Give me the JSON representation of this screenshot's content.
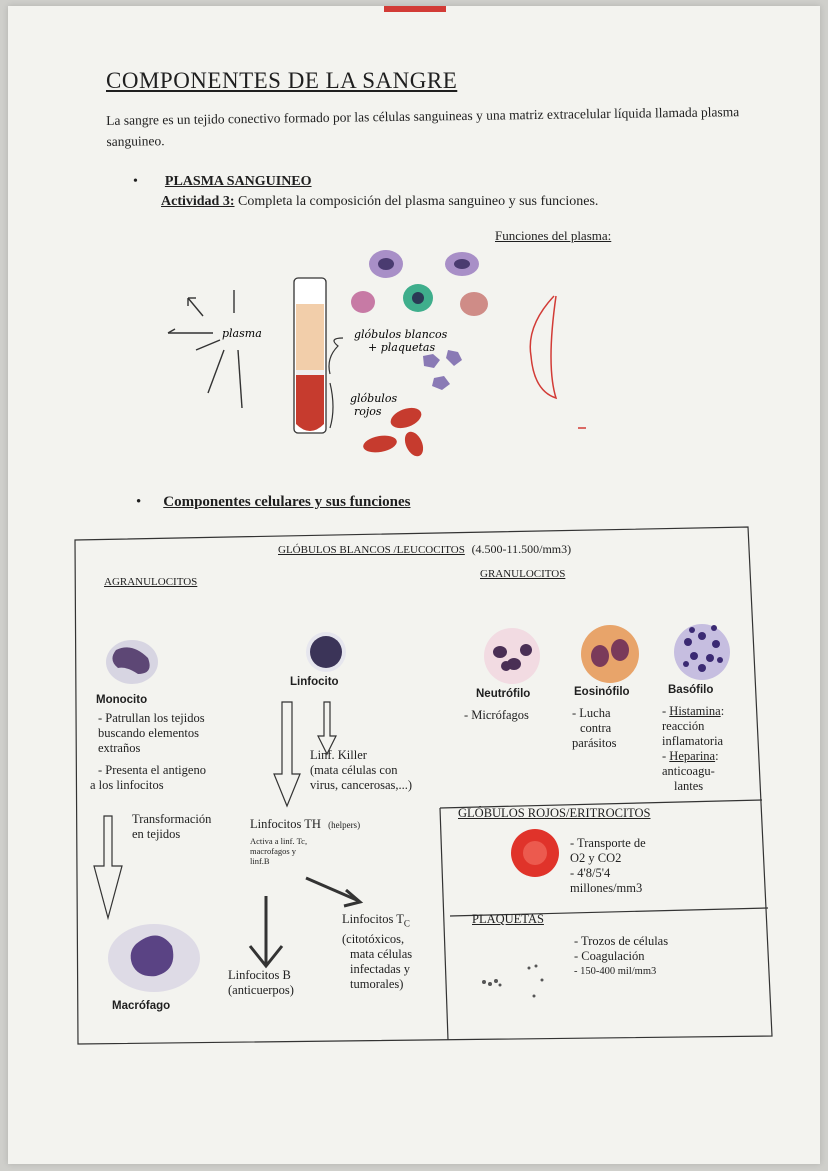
{
  "title": "COMPONENTES DE LA SANGRE",
  "intro": "La sangre es un tejido conectivo formado por las células sanguineas y una matriz extracelular líquida llamada plasma sanguineo.",
  "section1": {
    "bullet": "•",
    "heading": "PLASMA SANGUINEO",
    "activity_label": "Actividad 3:",
    "activity_text": " Completa la composición del plasma sanguineo y sus funciones.",
    "functions_title": "Funciones del plasma:",
    "tube_labels": {
      "plasma": "plasma",
      "white": "glóbulos blancos",
      "platelets": "+ plaquetas",
      "red1": "glóbulos",
      "red2": "rojos"
    }
  },
  "section2": {
    "bullet": "•",
    "heading": "Componentes celulares y sus funciones"
  },
  "wbc": {
    "title": "GLÓBULOS BLANCOS /LEUCOCITOS",
    "count": "(4.500-11.500/mm3)",
    "agranulocitos": "AGRANULOCITOS",
    "granulocitos": "GRANULOCITOS"
  },
  "monocito": {
    "name": "Monocito",
    "f1a": "- Patrullan los tejidos",
    "f1b": "buscando elementos",
    "f1c": "extraños",
    "f2a": "- Presenta el antigeno",
    "f2b": "a los linfocitos",
    "trans1": "Transformación",
    "trans2": "en tejidos",
    "macro": "Macrófago"
  },
  "linfocito": {
    "name": "Linfocito",
    "killer1": "Linf. Killer",
    "killer2": "(mata células con",
    "killer3": "virus, cancerosas,...)",
    "th": "Linfocitos TH",
    "th_sub": "(helpers)",
    "th_d1": "Activa a linf. Tc,",
    "th_d2": "macrofagos y",
    "th_d3": "linf.B",
    "b1": "Linfocitos B",
    "b2": "(anticuerpos)",
    "tc": "Linfocitos T",
    "tc_sub": "C",
    "tc1": "(citotóxicos,",
    "tc2": "mata células",
    "tc3": "infectadas y",
    "tc4": "tumorales)"
  },
  "neutrofilo": {
    "name": "Neutrófilo",
    "f1": "- Micrófagos"
  },
  "eosinofilo": {
    "name": "Eosinófilo",
    "f1": "- Lucha",
    "f2": "contra",
    "f3": "parásitos"
  },
  "basofilo": {
    "name": "Basófilo",
    "f1a": "- ",
    "f1b": "Histamina",
    "f1c": ":",
    "f2": "reacción",
    "f3": "inflamatoria",
    "f4a": "- ",
    "f4b": "Heparina",
    "f4c": ":",
    "f5": "anticoagu-",
    "f6": "lantes"
  },
  "rbc": {
    "title": "GLÓBULOS ROJOS/ERITROCITOS",
    "f1": "- Transporte de",
    "f2": "O2 y CO2",
    "f3": "- 4'8/5'4",
    "f4": "millones/mm3"
  },
  "plaquetas": {
    "title": "PLAQUETAS",
    "f1": "- Trozos de células",
    "f2": "- Coagulación",
    "f3": "- 150-400 mil/mm3"
  }
}
